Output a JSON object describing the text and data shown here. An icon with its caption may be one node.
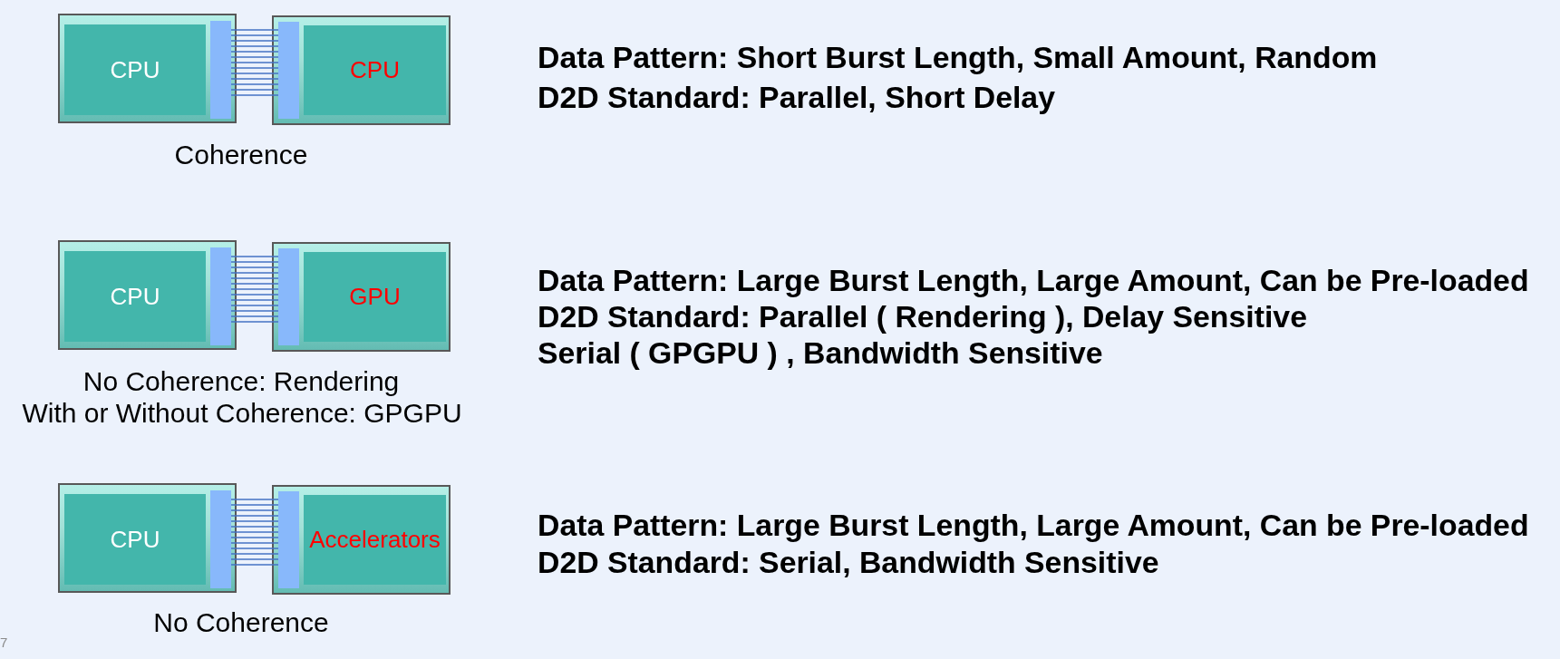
{
  "diagram": {
    "nodes": [
      {
        "text": [],
        "shape": "box"
      },
      {
        "text": [
          "CPU"
        ],
        "in": 0
      },
      {
        "text": [],
        "shape": "bar",
        "in": 0
      },
      {
        "text": [],
        "shape": "box"
      },
      {
        "text": [],
        "shape": "bar",
        "in": 3
      },
      {
        "text": [
          "CPU"
        ],
        "in": 3
      },
      {
        "text": [],
        "shape": "box"
      },
      {
        "text": [
          "CPU"
        ],
        "in": 6
      },
      {
        "text": [],
        "shape": "bar",
        "in": 6
      },
      {
        "text": [],
        "shape": "box"
      },
      {
        "text": [],
        "shape": "bar",
        "in": 9
      },
      {
        "text": [
          "GPU"
        ],
        "in": 9
      },
      {
        "text": [],
        "shape": "box"
      },
      {
        "text": [
          "CPU"
        ],
        "in": 12
      },
      {
        "text": [],
        "shape": "bar",
        "in": 12
      },
      {
        "text": [],
        "shape": "box"
      },
      {
        "text": [],
        "shape": "bar",
        "in": 15
      },
      {
        "text": [
          "Accelerators"
        ],
        "in": 15
      }
    ],
    "edges": [
      {
        "from": 2,
        "to": 4,
        "arrow": "none"
      },
      {
        "from": 2,
        "to": 4,
        "arrow": "none"
      },
      {
        "from": 2,
        "to": 4,
        "arrow": "none"
      },
      {
        "from": 2,
        "to": 4,
        "arrow": "none"
      },
      {
        "from": 2,
        "to": 4,
        "arrow": "none"
      },
      {
        "from": 2,
        "to": 4,
        "arrow": "none"
      },
      {
        "from": 2,
        "to": 4,
        "arrow": "none"
      },
      {
        "from": 2,
        "to": 4,
        "arrow": "none"
      },
      {
        "from": 2,
        "to": 4,
        "arrow": "none"
      },
      {
        "from": 2,
        "to": 4,
        "arrow": "none"
      },
      {
        "from": 2,
        "to": 4,
        "arrow": "none"
      },
      {
        "from": 2,
        "to": 4,
        "arrow": "none"
      },
      {
        "from": 2,
        "to": 4,
        "arrow": "none"
      },
      {
        "from": 8,
        "to": 10,
        "arrow": "none"
      },
      {
        "from": 8,
        "to": 10,
        "arrow": "none"
      },
      {
        "from": 8,
        "to": 10,
        "arrow": "none"
      },
      {
        "from": 8,
        "to": 10,
        "arrow": "none"
      },
      {
        "from": 8,
        "to": 10,
        "arrow": "none"
      },
      {
        "from": 8,
        "to": 10,
        "arrow": "none"
      },
      {
        "from": 8,
        "to": 10,
        "arrow": "none"
      },
      {
        "from": 8,
        "to": 10,
        "arrow": "none"
      },
      {
        "from": 8,
        "to": 10,
        "arrow": "none"
      },
      {
        "from": 8,
        "to": 10,
        "arrow": "none"
      },
      {
        "from": 8,
        "to": 10,
        "arrow": "none"
      },
      {
        "from": 8,
        "to": 10,
        "arrow": "none"
      },
      {
        "from": 8,
        "to": 10,
        "arrow": "none"
      },
      {
        "from": 14,
        "to": 16,
        "arrow": "none"
      },
      {
        "from": 14,
        "to": 16,
        "arrow": "none"
      },
      {
        "from": 14,
        "to": 16,
        "arrow": "none"
      },
      {
        "from": 14,
        "to": 16,
        "arrow": "none"
      },
      {
        "from": 14,
        "to": 16,
        "arrow": "none"
      },
      {
        "from": 14,
        "to": 16,
        "arrow": "none"
      },
      {
        "from": 14,
        "to": 16,
        "arrow": "none"
      },
      {
        "from": 14,
        "to": 16,
        "arrow": "none"
      },
      {
        "from": 14,
        "to": 16,
        "arrow": "none"
      },
      {
        "from": 14,
        "to": 16,
        "arrow": "none"
      },
      {
        "from": 14,
        "to": 16,
        "arrow": "none"
      },
      {
        "from": 14,
        "to": 16,
        "arrow": "none"
      },
      {
        "from": 14,
        "to": 16,
        "arrow": "none"
      }
    ],
    "labels": [
      "Data Pattern: Short Burst Length, Small Amount, Random",
      "D2D Standard: Parallel, Short Delay",
      "Coherence",
      "Data Pattern: Large Burst Length, Large Amount, Can be Pre-loaded",
      "D2D Standard: Parallel ( Rendering ), Delay Sensitive",
      "Serial ( GPGPU ) , Bandwidth Sensitive",
      "No Coherence: Rendering",
      "With or Without Coherence: GPGPU",
      "Data Pattern: Large Burst Length, Large Amount, Can be Pre-loaded",
      "D2D Standard: Serial, Bandwidth Sensitive",
      "No Coherence",
      "7"
    ]
  }
}
